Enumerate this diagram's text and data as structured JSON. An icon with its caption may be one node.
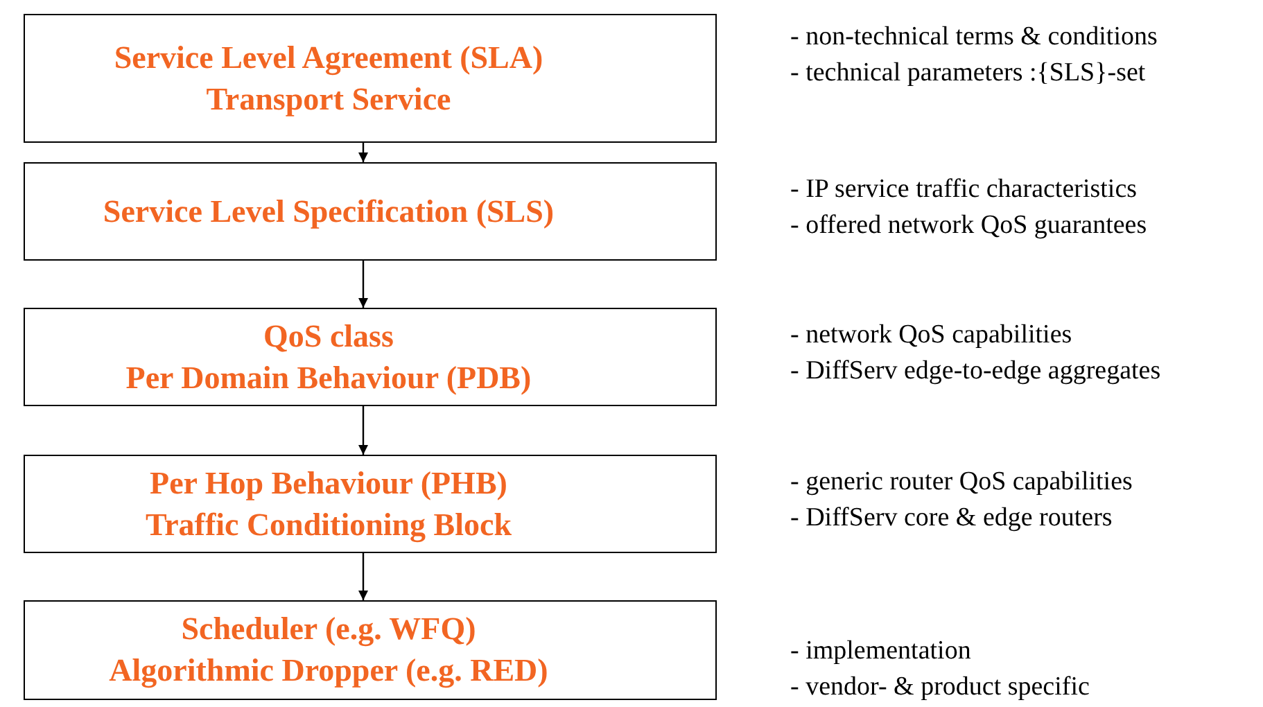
{
  "diagram": {
    "nodes": [
      {
        "text": [
          "Service Level Agreement (SLA)",
          "Transport Service"
        ],
        "beside": [
          "- non-technical terms & conditions",
          "- technical parameters :{SLS}-set"
        ]
      },
      {
        "text": [
          "Service Level Specification (SLS)"
        ],
        "beside": [
          "- IP service traffic characteristics",
          "- offered network QoS guarantees"
        ]
      },
      {
        "text": [
          "QoS class",
          "Per Domain Behaviour (PDB)"
        ],
        "beside": [
          "- network QoS capabilities",
          "- DiffServ edge-to-edge aggregates"
        ]
      },
      {
        "text": [
          "Per Hop Behaviour (PHB)",
          "Traffic Conditioning Block"
        ],
        "beside": [
          "- generic router QoS capabilities",
          "- DiffServ core & edge routers"
        ]
      },
      {
        "text": [
          "Scheduler (e.g. WFQ)",
          "Algorithmic Dropper (e.g. RED)"
        ],
        "beside": [
          "- implementation",
          "- vendor- & product specific"
        ]
      }
    ],
    "edges": [
      {
        "from": 0,
        "to": 1,
        "arrow": "to"
      },
      {
        "from": 1,
        "to": 2,
        "arrow": "to"
      },
      {
        "from": 2,
        "to": 3,
        "arrow": "to"
      },
      {
        "from": 3,
        "to": 4,
        "arrow": "to"
      }
    ]
  }
}
